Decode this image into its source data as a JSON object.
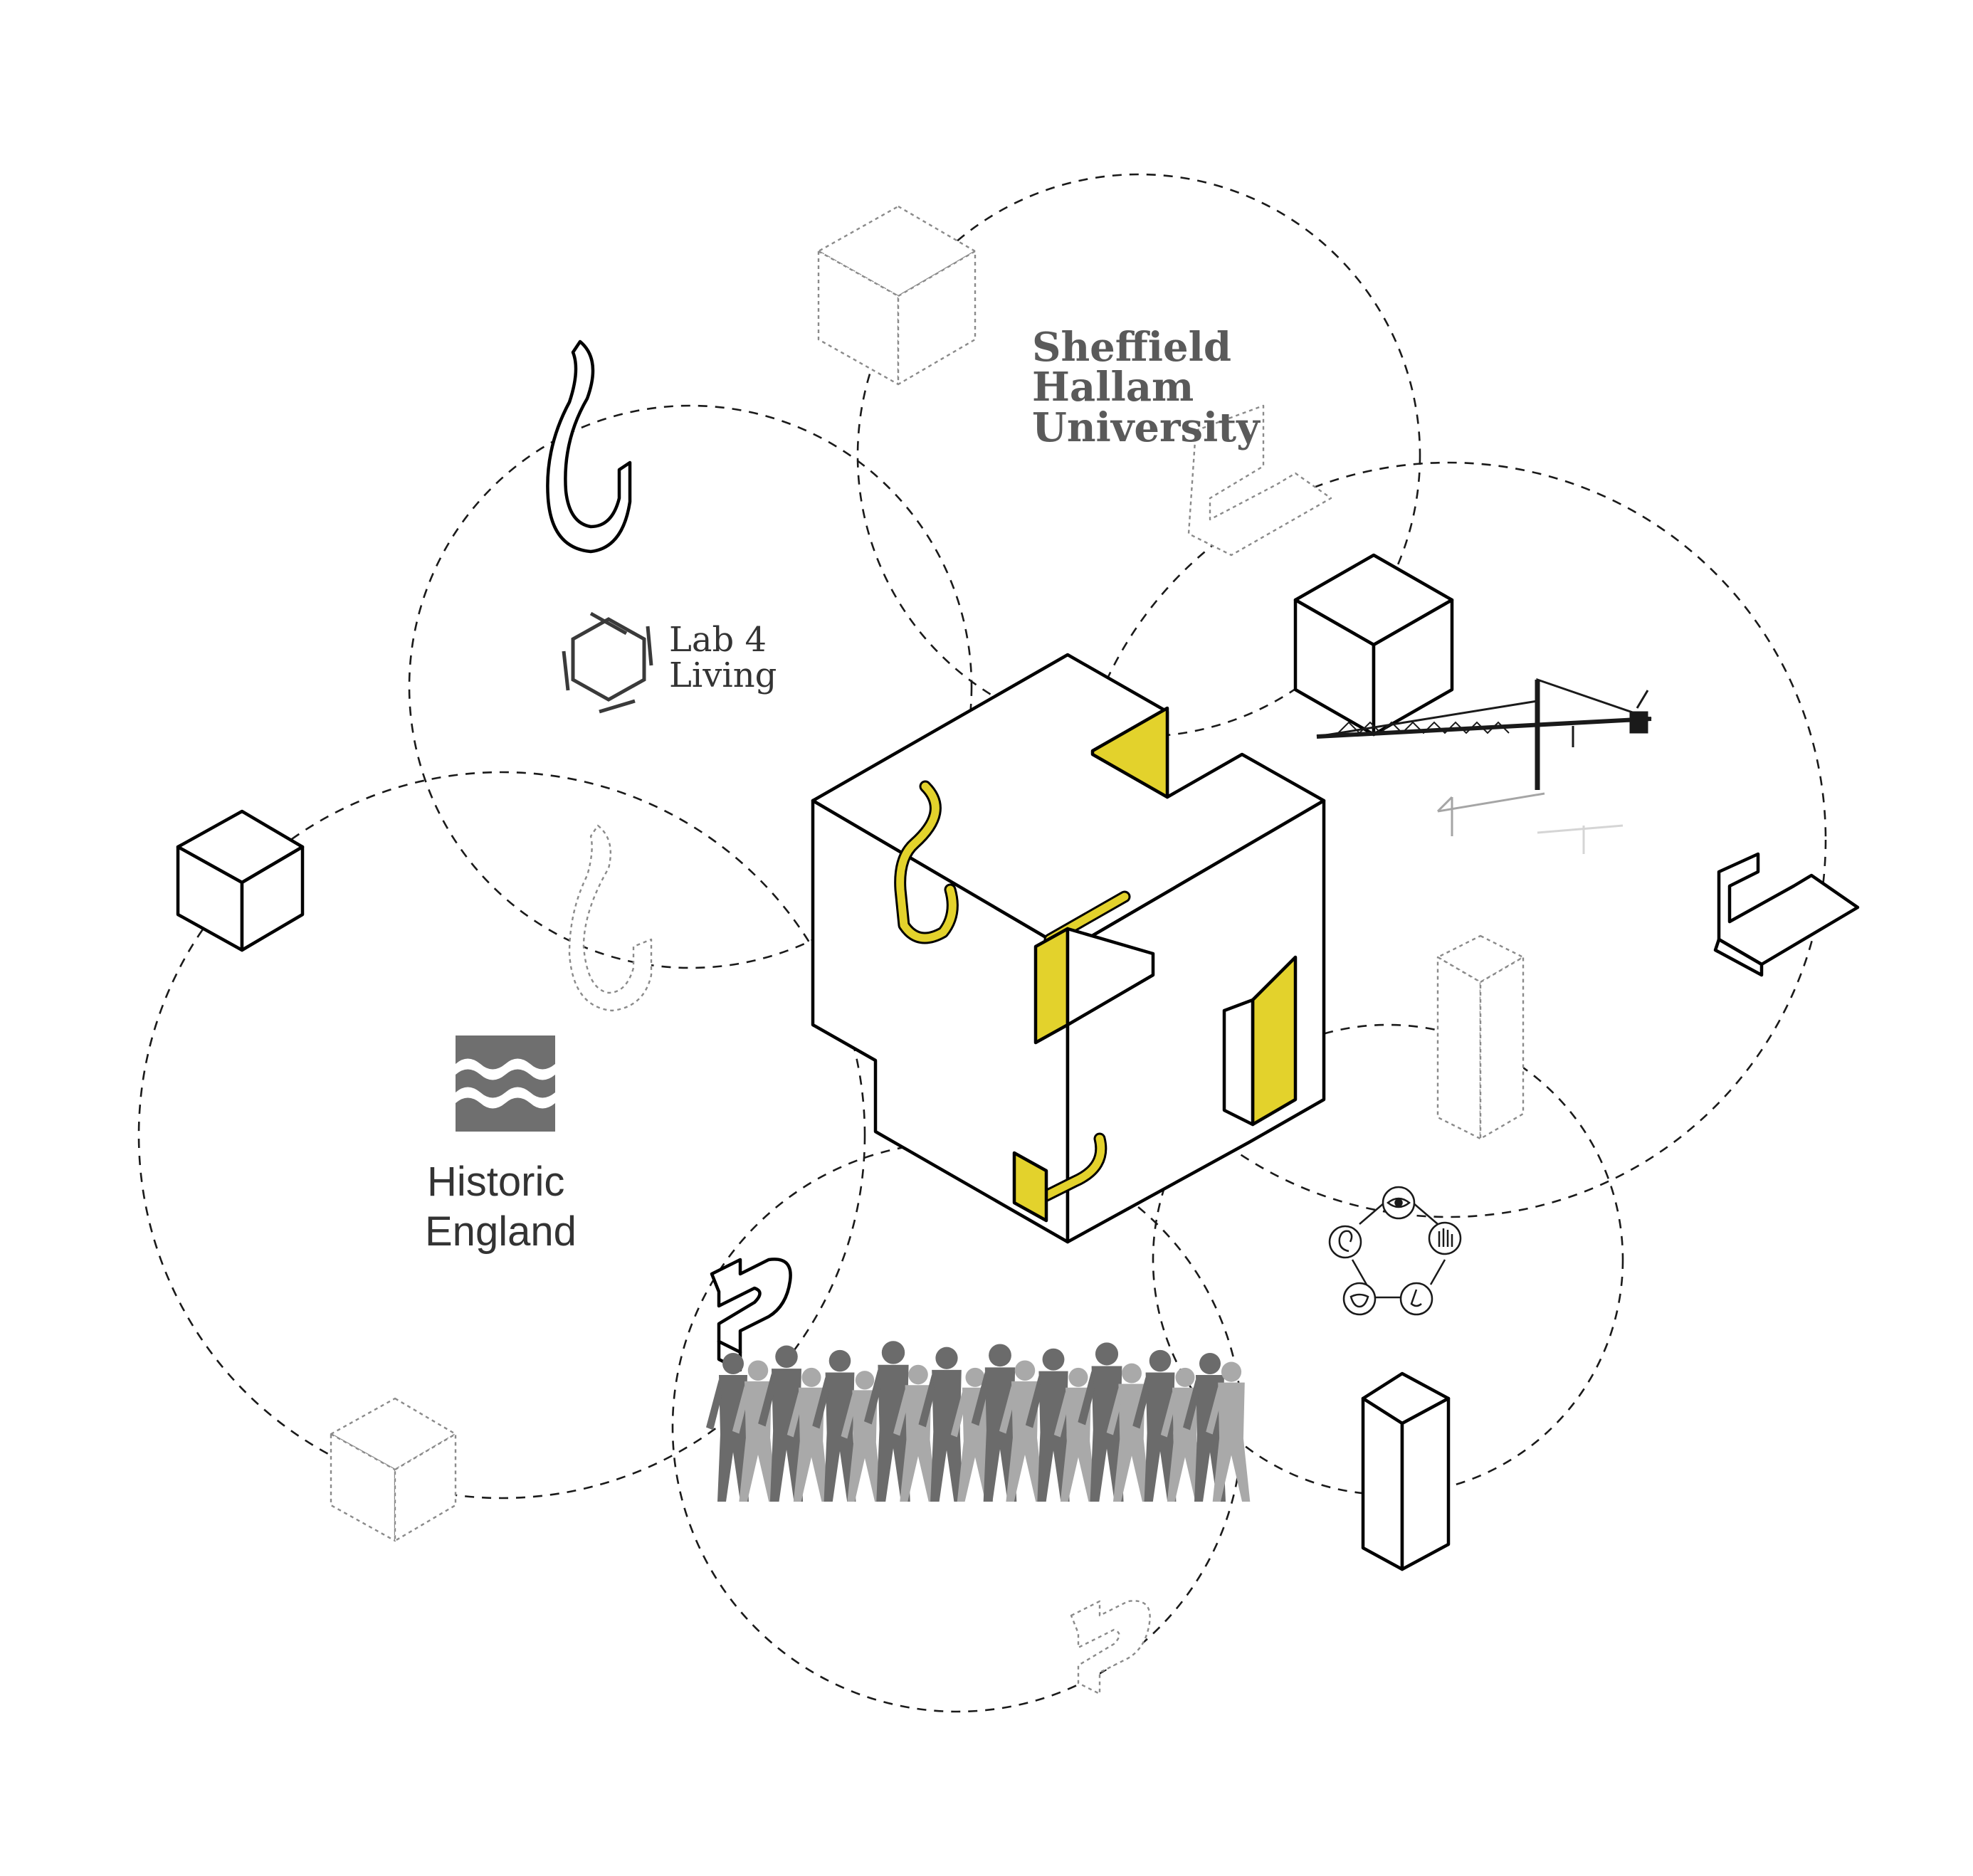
{
  "logos": {
    "sheffield_hallam": [
      "Sheffield",
      "Hallam",
      "University"
    ],
    "lab4living": [
      "Lab 4",
      "Living"
    ],
    "historic_england": [
      "Historic",
      "England"
    ]
  },
  "colors": {
    "accent_yellow": "#e3d22c",
    "line_black": "#000000",
    "ghost_grey": "#8a8a8a",
    "crowd_grey": "#6b6b6b"
  },
  "icons": {
    "senses": [
      "eye-icon",
      "hand-icon",
      "nose-icon",
      "tongue-icon",
      "ear-icon"
    ],
    "crowd": "people-silhouette",
    "crane": "construction-crane"
  }
}
